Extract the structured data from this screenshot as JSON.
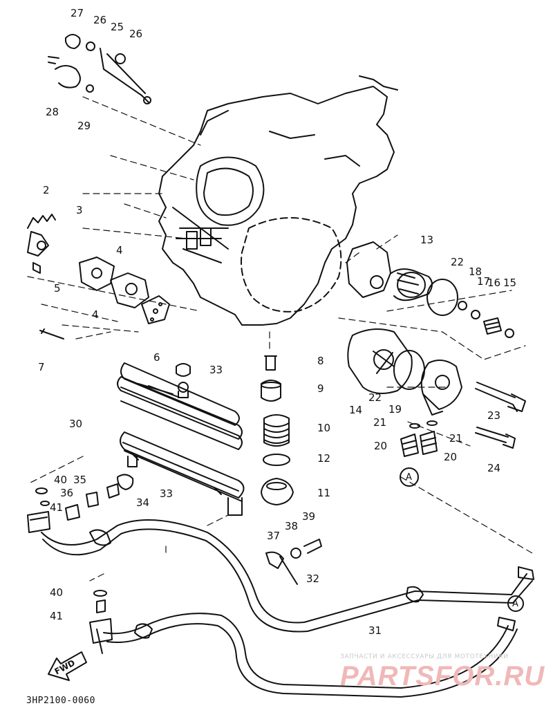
{
  "diagram": {
    "drawing_code": "3HP2100-0060",
    "forward_label": "FWD",
    "reference_mark": "A",
    "watermark": {
      "line1": "ЗАПЧАСТИ И АКСЕССУАРЫ ДЛЯ МОТОТЕХНИКИ",
      "brand": "PARTSFOR.RU"
    },
    "callouts": [
      "27",
      "26",
      "25",
      "26",
      "28",
      "29",
      "2",
      "3",
      "4",
      "5",
      "4",
      "6",
      "7",
      "8",
      "9",
      "10",
      "12",
      "11",
      "13",
      "22",
      "18",
      "17",
      "16",
      "15",
      "14",
      "22",
      "19",
      "23",
      "21",
      "21",
      "20",
      "20",
      "24",
      "33",
      "30",
      "40",
      "35",
      "36",
      "41",
      "33",
      "34",
      "37",
      "38",
      "39",
      "32",
      "40",
      "41",
      "31"
    ]
  }
}
